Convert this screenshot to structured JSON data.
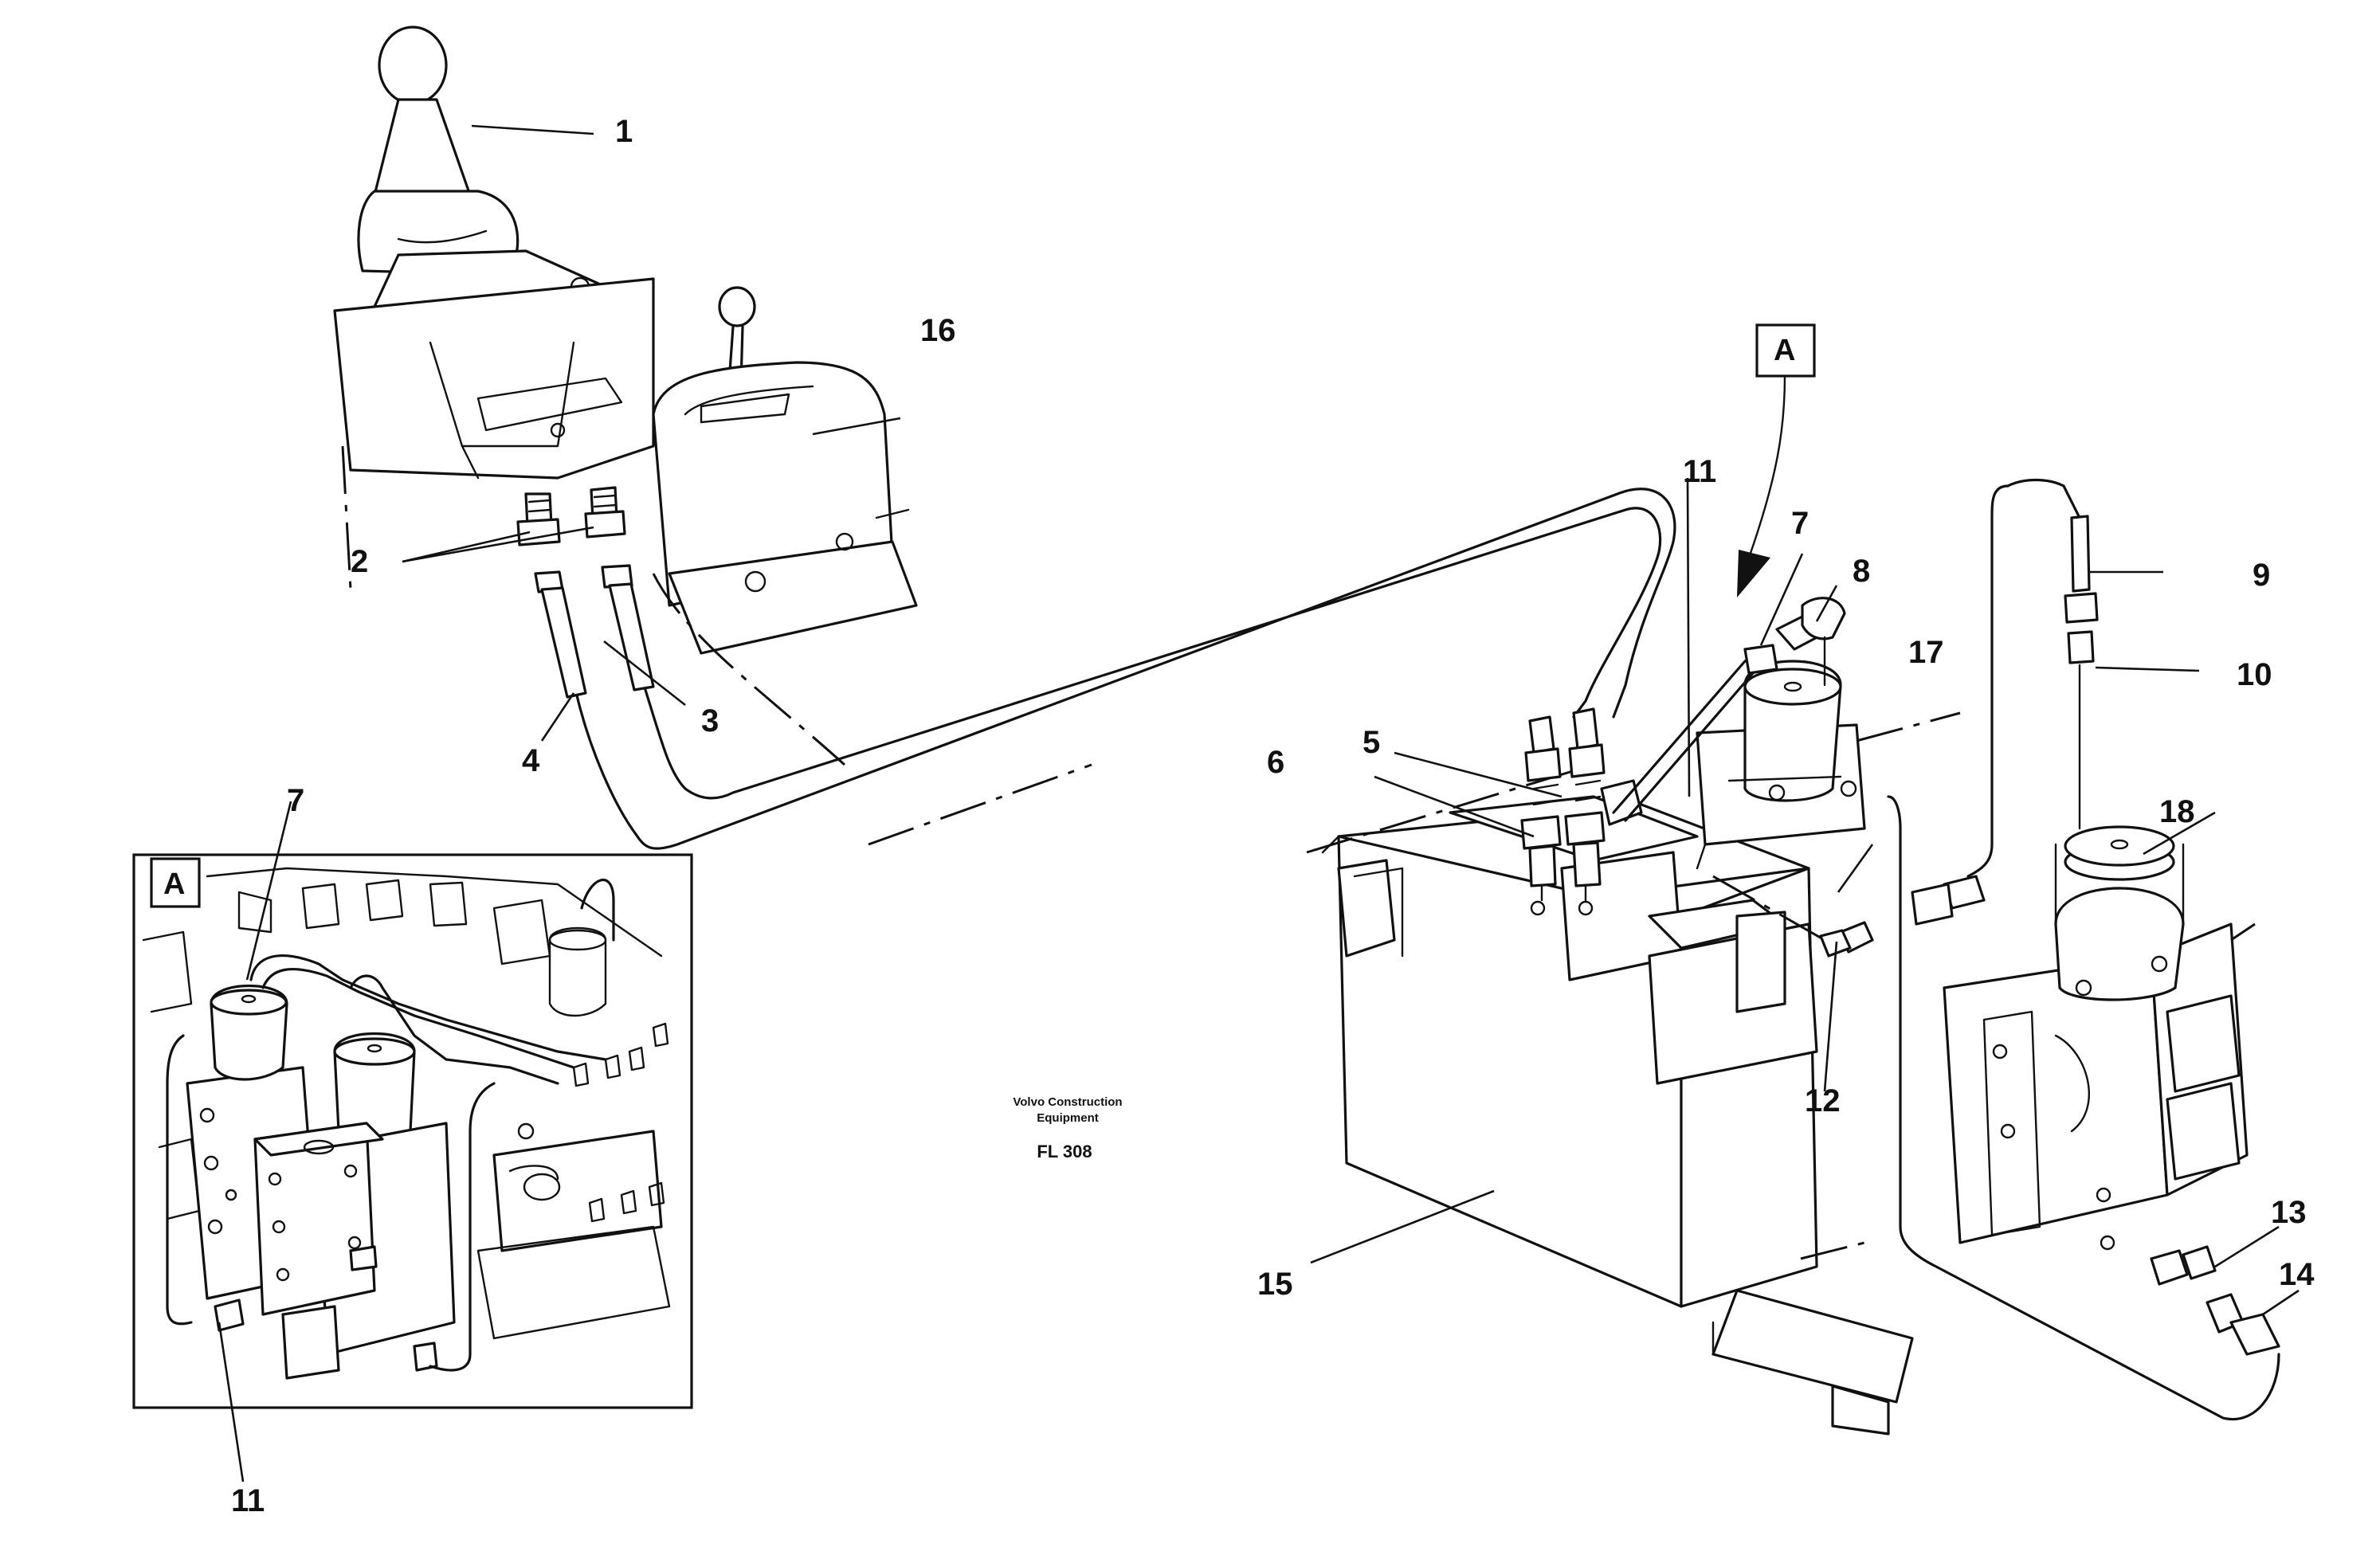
{
  "callouts": {
    "c1": "1",
    "c2": "2",
    "c3": "3",
    "c4": "4",
    "c5": "5",
    "c6": "6",
    "c7": "7",
    "c8": "8",
    "c9": "9",
    "c10": "10",
    "c11": "11",
    "c12": "12",
    "c13": "13",
    "c14": "14",
    "c15": "15",
    "c16": "16",
    "c17": "17",
    "c18": "18",
    "inset_7": "7",
    "inset_11": "11"
  },
  "view": {
    "label": "A",
    "inset_label": "A"
  },
  "note": {
    "manufacturer_line1": "Volvo Construction",
    "manufacturer_line2": "Equipment",
    "figure_code": "FL 308"
  }
}
